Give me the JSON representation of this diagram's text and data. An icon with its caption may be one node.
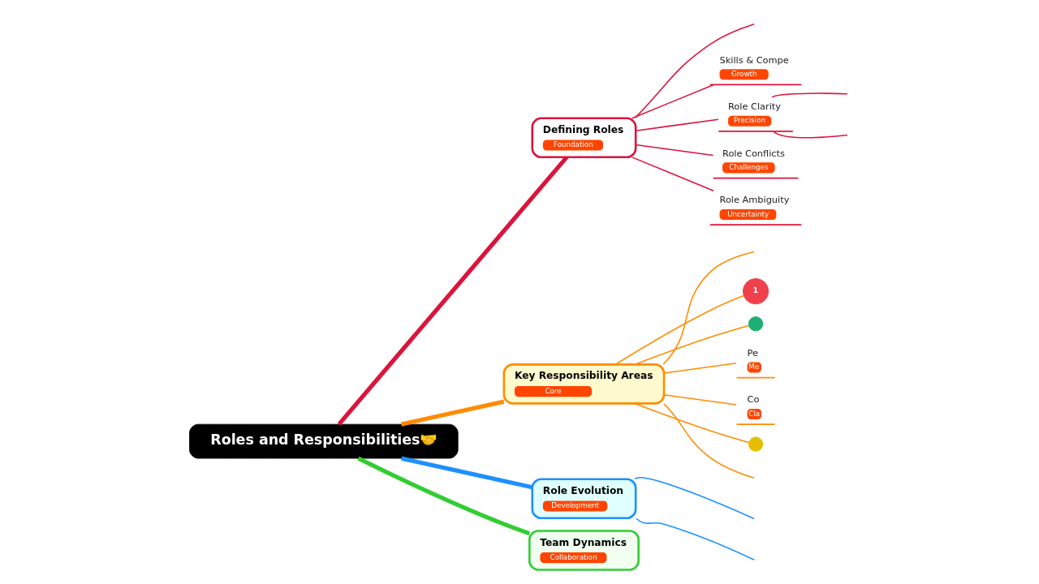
{
  "diagram": {
    "nodes": [
      {
        "text": [
          "Roles and Responsibilities🤝"
        ]
      },
      {
        "text": [
          "Defining Roles",
          "Foundation"
        ]
      },
      {
        "text": [
          "Skills & Compe",
          "Growth"
        ]
      },
      {
        "text": [
          "Role Clarity",
          "Precision"
        ]
      },
      {
        "text": [
          "Role Conflicts",
          "Challenges"
        ]
      },
      {
        "text": [
          "Role Ambiguity",
          "Uncertainty"
        ]
      },
      {
        "text": [
          "Key Responsibility Areas",
          "Core"
        ]
      },
      {
        "text": [
          "1"
        ]
      },
      {
        "text": [],
        "shape": "circle"
      },
      {
        "text": [
          "Pe",
          "Me"
        ]
      },
      {
        "text": [
          "Co",
          "Cla"
        ]
      },
      {
        "text": [],
        "shape": "circle"
      },
      {
        "text": [
          "Role Evolution",
          "Development"
        ]
      },
      {
        "text": [
          "Team Dynamics",
          "Collaboration"
        ]
      }
    ],
    "edges": [
      {
        "from": 0,
        "to": 1,
        "arrow": "none",
        "style": "thick",
        "color": "#dc143c"
      },
      {
        "from": 0,
        "to": 6,
        "arrow": "none",
        "style": "thick",
        "color": "#ff8c00"
      },
      {
        "from": 0,
        "to": 12,
        "arrow": "none",
        "style": "thick",
        "color": "#1e90ff"
      },
      {
        "from": 0,
        "to": 13,
        "arrow": "none",
        "style": "thick",
        "color": "#32cd32"
      },
      {
        "from": 1,
        "to": null,
        "arrow": "none",
        "color": "#dc143c"
      },
      {
        "from": 1,
        "to": 2,
        "arrow": "none",
        "color": "#dc143c"
      },
      {
        "from": 1,
        "to": 3,
        "arrow": "none",
        "color": "#dc143c"
      },
      {
        "from": 1,
        "to": 4,
        "arrow": "none",
        "color": "#dc143c"
      },
      {
        "from": 1,
        "to": 5,
        "arrow": "none",
        "color": "#dc143c"
      },
      {
        "from": 3,
        "to": null,
        "arrow": "none",
        "color": "#dc143c"
      },
      {
        "from": 3,
        "to": null,
        "arrow": "none",
        "color": "#dc143c"
      },
      {
        "from": 6,
        "to": 7,
        "arrow": "none",
        "color": "#ff8c00"
      },
      {
        "from": 6,
        "to": 8,
        "arrow": "none",
        "color": "#ff8c00"
      },
      {
        "from": 6,
        "to": 9,
        "arrow": "none",
        "color": "#ff8c00"
      },
      {
        "from": 6,
        "to": 10,
        "arrow": "none",
        "color": "#ff8c00"
      },
      {
        "from": 6,
        "to": 11,
        "arrow": "none",
        "color": "#ff8c00"
      },
      {
        "from": 6,
        "to": null,
        "arrow": "none",
        "color": "#ff8c00"
      },
      {
        "from": 6,
        "to": null,
        "arrow": "none",
        "color": "#ff8c00"
      },
      {
        "from": 12,
        "to": null,
        "arrow": "none",
        "color": "#1e90ff"
      },
      {
        "from": 12,
        "to": null,
        "arrow": "none",
        "color": "#1e90ff"
      }
    ]
  }
}
